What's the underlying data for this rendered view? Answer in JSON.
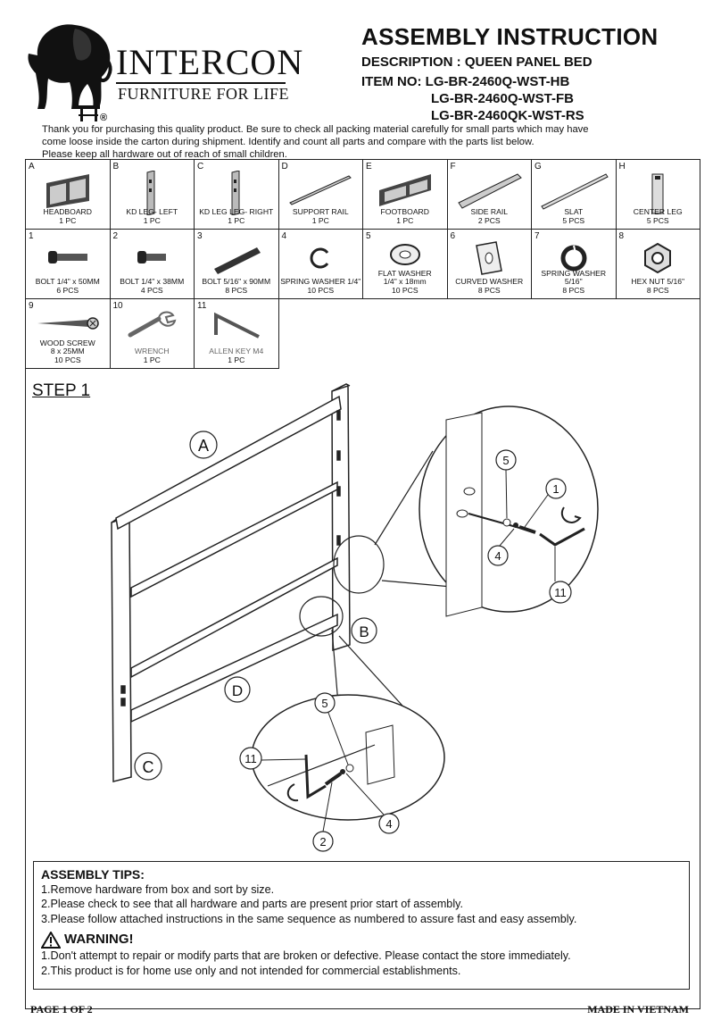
{
  "brand": {
    "name": "INTERCON",
    "tagline": "FURNITURE FOR LIFE",
    "registered": "®"
  },
  "header": {
    "title": "ASSEMBLY INSTRUCTION",
    "description": "DESCRIPTION : QUEEN PANEL BED",
    "item_label": "ITEM NO: LG-BR-2460Q-WST-HB",
    "item_2": "LG-BR-2460Q-WST-FB",
    "item_3": "LG-BR-2460QK-WST-RS"
  },
  "intro": [
    "Thank you for purchasing this quality product. Be sure to check all packing material carefully for small parts which may have",
    "come loose inside the carton during shipment. Identify and count all parts and compare with the parts list below.",
    "Please keep all hardware out of reach of small children."
  ],
  "parts": [
    {
      "id": "A",
      "name": "HEADBOARD",
      "qty": "1 PC",
      "icon": "headboard-icon"
    },
    {
      "id": "B",
      "name": "KD LEG- LEFT",
      "qty": "1 PC",
      "icon": "leg-icon"
    },
    {
      "id": "C",
      "name": "KD LEG LEG- RIGHT",
      "qty": "1 PC",
      "icon": "leg-icon"
    },
    {
      "id": "D",
      "name": "SUPPORT RAIL",
      "qty": "1 PC",
      "icon": "rail-icon"
    },
    {
      "id": "E",
      "name": "FOOTBOARD",
      "qty": "1 PC",
      "icon": "footboard-icon"
    },
    {
      "id": "F",
      "name": "SIDE RAIL",
      "qty": "2 PCS",
      "icon": "side-rail-icon"
    },
    {
      "id": "G",
      "name": "SLAT",
      "qty": "5 PCS",
      "icon": "slat-icon"
    },
    {
      "id": "H",
      "name": "CENTER LEG",
      "qty": "5 PCS",
      "icon": "center-leg-icon"
    }
  ],
  "hardware": [
    {
      "id": "1",
      "name": "BOLT  1/4\" x 50MM",
      "qty": "6 PCS",
      "icon": "bolt-icon"
    },
    {
      "id": "2",
      "name": "BOLT  1/4\" x 38MM",
      "qty": "4 PCS",
      "icon": "bolt-icon"
    },
    {
      "id": "3",
      "name": "BOLT  5/16\" x 90MM",
      "qty": "8 PCS",
      "icon": "long-bolt-icon"
    },
    {
      "id": "4",
      "name": "SPRING WASHER 1/4\"",
      "qty": "10 PCS",
      "icon": "spring-washer-icon"
    },
    {
      "id": "5",
      "name": "FLAT WASHER",
      "name2": "1/4\" x 18mm",
      "qty": "10 PCS",
      "icon": "flat-washer-icon"
    },
    {
      "id": "6",
      "name": "CURVED WASHER",
      "qty": "8 PCS",
      "icon": "curved-washer-icon"
    },
    {
      "id": "7",
      "name": "SPRING WASHER 5/16\"",
      "qty": "8 PCS",
      "icon": "spring-washer-icon"
    },
    {
      "id": "8",
      "name": "HEX NUT 5/16\"",
      "qty": "8 PCS",
      "icon": "hex-nut-icon"
    }
  ],
  "tools": [
    {
      "id": "9",
      "name": "WOOD SCREW",
      "name2": "8 x 25MM",
      "qty": "10 PCS",
      "icon": "wood-screw-icon"
    },
    {
      "id": "10",
      "name": "WRENCH",
      "qty": "1 PC",
      "icon": "wrench-icon"
    },
    {
      "id": "11",
      "name": "ALLEN KEY M4",
      "qty": "1 PC",
      "icon": "allen-key-icon"
    }
  ],
  "step": {
    "title": "STEP 1",
    "callouts": {
      "A": "A",
      "B": "B",
      "C": "C",
      "D": "D",
      "n1": "1",
      "n2": "2",
      "n4a": "4",
      "n4b": "4",
      "n5a": "5",
      "n5b": "5",
      "n11a": "11",
      "n11b": "11"
    }
  },
  "tips": {
    "heading": "ASSEMBLY TIPS:",
    "items": [
      "1.Remove hardware from box and sort by size.",
      "2.Please check to see that all hardware and parts are present prior start of assembly.",
      "3.Please follow attached instructions in the same sequence as numbered to assure fast and easy assembly."
    ],
    "warning_heading": "WARNING!",
    "warnings": [
      "1.Don't attempt to repair or modify parts that are broken or defective. Please contact the store immediately.",
      "2.This product is for home use only and not intended for commercial establishments."
    ]
  },
  "footer": {
    "page": "PAGE 1 OF 2",
    "made_in": "MADE IN VIETNAM"
  }
}
